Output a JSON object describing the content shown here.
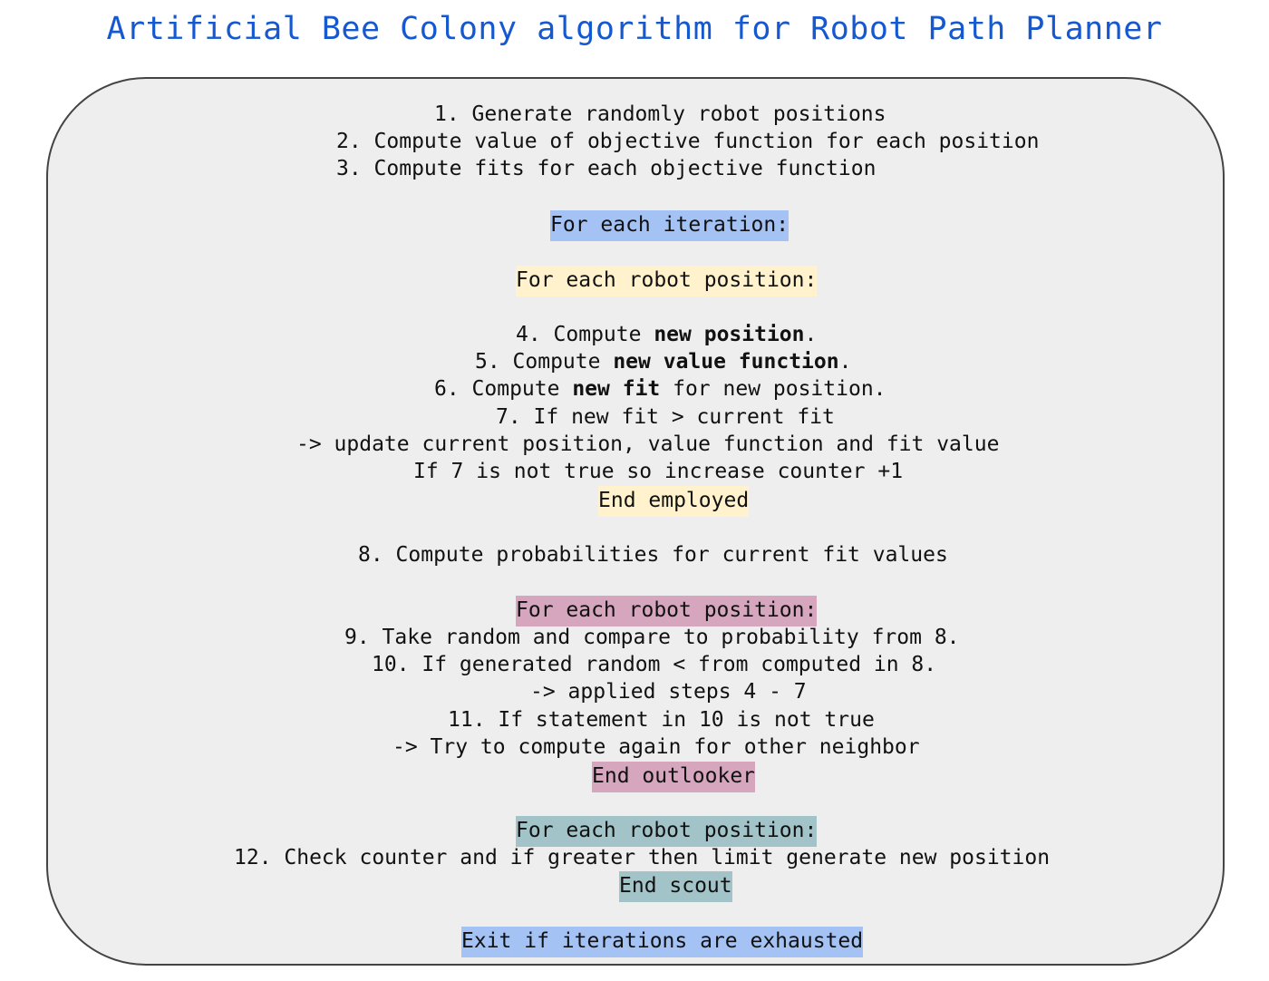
{
  "title": "Artificial Bee Colony algorithm for Robot Path Planner",
  "colors": {
    "title": "#1558d0",
    "box_fill": "#eeeeee",
    "box_border": "#444444",
    "highlight_iteration": "#a4c2f4",
    "highlight_employed": "#fff2cc",
    "highlight_outlooker": "#d5a6bd",
    "highlight_scout": "#a2c4c9"
  },
  "steps": {
    "s1": "1. Generate randomly robot positions",
    "s2": "2. Compute value of objective function for each position",
    "s3": "3. Compute fits for each objective function",
    "iteration_start": "For each iteration:",
    "employed_start": "For each robot position:",
    "s4": {
      "pre": "4. Compute ",
      "bold": "new position",
      "post": "."
    },
    "s5": {
      "pre": "5. Compute ",
      "bold": "new value function",
      "post": "."
    },
    "s6": {
      "pre": "6. Compute ",
      "bold": "new fit",
      "post": " for new position."
    },
    "s7": "7. If new fit > current fit",
    "s7_arrow": "-> update current position, value function and fit value",
    "s7_else": "If 7 is not true so increase counter +1",
    "employed_end": "End employed",
    "s8": "8. Compute probabilities for current fit values",
    "outlooker_start": "For each robot position:",
    "s9": "9. Take random and compare to probability from 8.",
    "s10": "10. If generated random < from computed in 8.",
    "s10_arrow": "-> applied steps 4 - 7",
    "s11": "11. If statement in 10 is not true",
    "s11_arrow": "-> Try to compute again for other neighbor",
    "outlooker_end": "End outlooker",
    "scout_start": "For each robot position:",
    "s12": "12. Check counter and if greater then limit generate new position",
    "scout_end": "End scout",
    "exit": "Exit if iterations are exhausted"
  }
}
